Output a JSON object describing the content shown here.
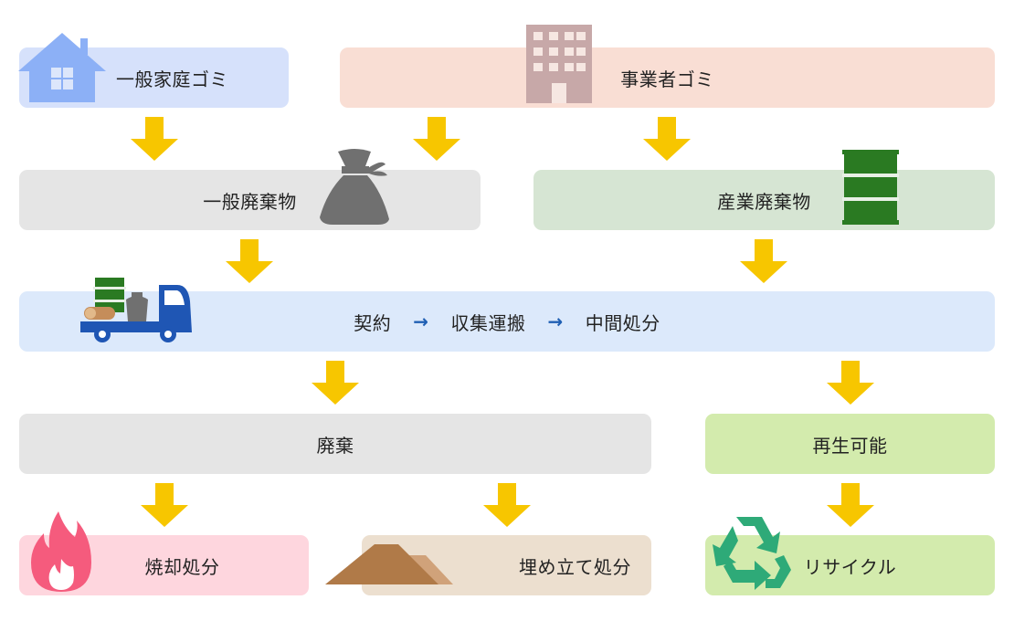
{
  "colors": {
    "arrow": "#f7c600",
    "household_box": "#d6e1fb",
    "business_box": "#f9ded4",
    "general_box": "#e5e5e5",
    "industrial_box": "#d6e5d3",
    "process_box": "#dce9fb",
    "disposal_box": "#e5e5e5",
    "reusable_box": "#d3ebad",
    "incinerate_box": "#fed6de",
    "landfill_box": "#ecdfcf",
    "recycle_box": "#d3ebad",
    "process_arrow": "#1f5fb3"
  },
  "sources": {
    "household": {
      "label": "一般家庭ゴミ",
      "icon": "house-icon"
    },
    "business": {
      "label": "事業者ゴミ",
      "icon": "building-icon"
    }
  },
  "categories": {
    "general": {
      "label": "一般廃棄物",
      "icon": "garbage-bag-icon"
    },
    "industrial": {
      "label": "産業廃棄物",
      "icon": "oil-drum-icon"
    }
  },
  "process": {
    "steps": [
      "契約",
      "収集運搬",
      "中間処分"
    ],
    "separator": "→",
    "icon": "truck-icon"
  },
  "outcomes": {
    "disposal": {
      "label": "廃棄"
    },
    "reusable": {
      "label": "再生可能"
    }
  },
  "methods": {
    "incinerate": {
      "label": "焼却処分",
      "icon": "fire-icon"
    },
    "landfill": {
      "label": "埋め立て処分",
      "icon": "soil-pile-icon"
    },
    "recycle": {
      "label": "リサイクル",
      "icon": "recycle-icon"
    }
  }
}
